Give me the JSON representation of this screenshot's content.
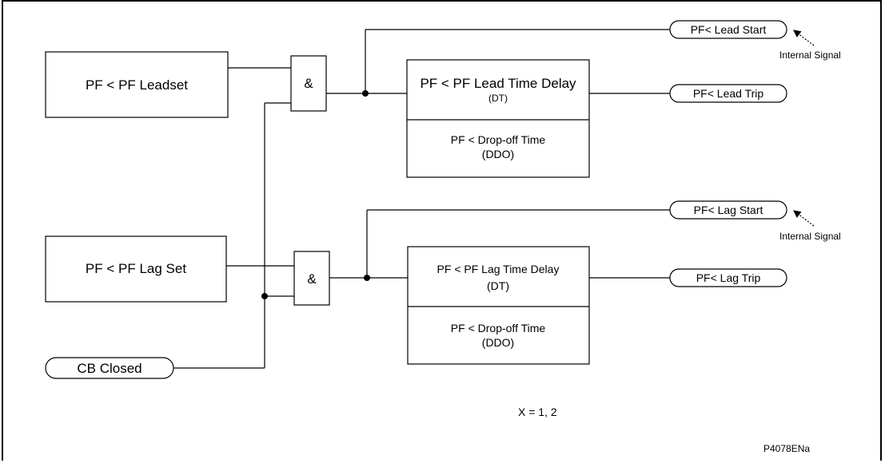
{
  "blocks": {
    "lead_set": "PF < PF Leadset",
    "lag_set": "PF < PF Lag Set",
    "and_gate": "&",
    "lead_delay_title": "PF < PF Lead Time Delay",
    "lead_delay_sub": "(DT)",
    "lead_dropoff_title": "PF < Drop-off Time",
    "lead_dropoff_sub": "(DDO)",
    "lag_delay_title": "PF < PF Lag Time Delay",
    "lag_delay_sub": "(DT)",
    "lag_dropoff_title": "PF < Drop-off Time",
    "lag_dropoff_sub": "(DDO)"
  },
  "signals": {
    "cb_closed": "CB Closed",
    "lead_start": "PF< Lead Start",
    "lead_trip": "PF< Lead Trip",
    "lag_start": "PF< Lag Start",
    "lag_trip": "PF< Lag Trip"
  },
  "notes": {
    "internal_signal_1": "Internal Signal",
    "internal_signal_2": "Internal Signal",
    "x_note": "X = 1, 2",
    "figure_ref": "P4078ENa"
  }
}
